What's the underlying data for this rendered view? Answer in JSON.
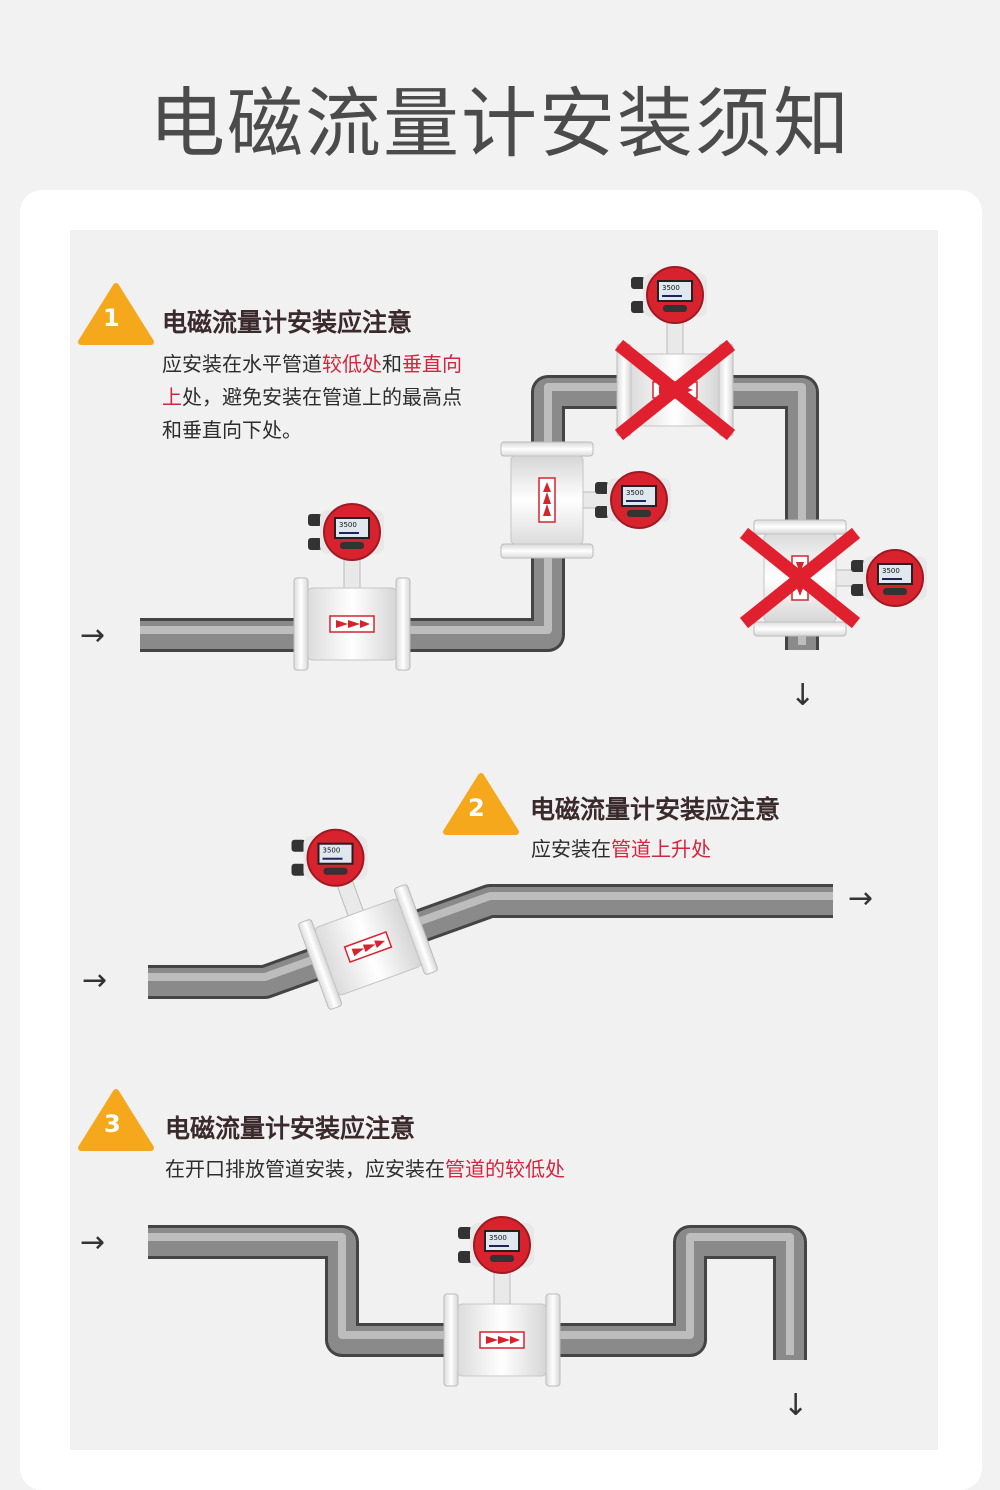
{
  "title": "电磁流量计安装须知",
  "colors": {
    "accent": "#f5a81c",
    "warn": "#e0202e",
    "meter_red": "#d8232f",
    "pipe": "#7a7a7a"
  },
  "meter_display": "3500",
  "sections": [
    {
      "number": "1",
      "heading": "电磁流量计安装应注意",
      "text": [
        {
          "t": "应安装在水平管道",
          "hl": false
        },
        {
          "t": "较低处",
          "hl": true
        },
        {
          "t": "和",
          "hl": false
        },
        {
          "t": "垂直向",
          "hl": true
        }
      ],
      "text2": [
        {
          "t": "上",
          "hl": true
        },
        {
          "t": "处，避免安装在管道上的最高点",
          "hl": false
        }
      ],
      "text3": "和垂直向下处。"
    },
    {
      "number": "2",
      "heading": "电磁流量计安装应注意",
      "text": [
        {
          "t": "应安装在",
          "hl": false
        },
        {
          "t": "管道上升处",
          "hl": true
        }
      ]
    },
    {
      "number": "3",
      "heading": "电磁流量计安装应注意",
      "text": [
        {
          "t": "在开口排放管道安装，应安装在",
          "hl": false
        },
        {
          "t": "管道的较低处",
          "hl": true
        }
      ]
    }
  ],
  "arrows": {
    "right": "→",
    "down": "↓"
  }
}
